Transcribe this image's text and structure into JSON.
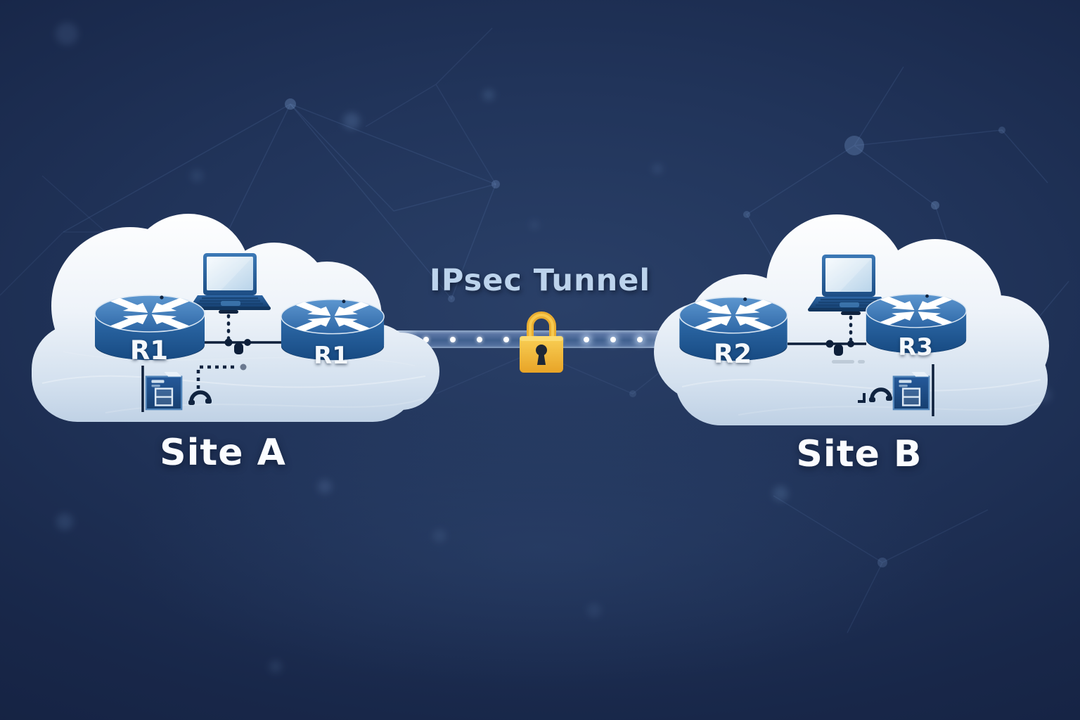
{
  "tunnel": {
    "label": "IPsec Tunnel",
    "dot_count": 11,
    "band_color": "#40608f",
    "lock_color": "#f2b735",
    "title_color": "#bcd3ec"
  },
  "site_a": {
    "label": "Site A",
    "router_left_label": "R1",
    "router_right_label": "R1"
  },
  "site_b": {
    "label": "Site B",
    "router_left_label": "R2",
    "router_right_label": "R3"
  },
  "icons": {
    "padlock": "padlock-icon",
    "router": "router-icon",
    "laptop": "laptop-icon",
    "document_server": "document-server-icon",
    "cable_clamp": "cable-clamp-icon",
    "cloud": "cloud-shape"
  },
  "colors": {
    "background": "#16244a",
    "cloud_top": "#ffffff",
    "cloud_bottom": "#b9cde2",
    "router_blue": "#2761a2",
    "line_dark": "#0d1f3a",
    "text_white": "#fafcff",
    "accent_gold": "#f2b735"
  }
}
